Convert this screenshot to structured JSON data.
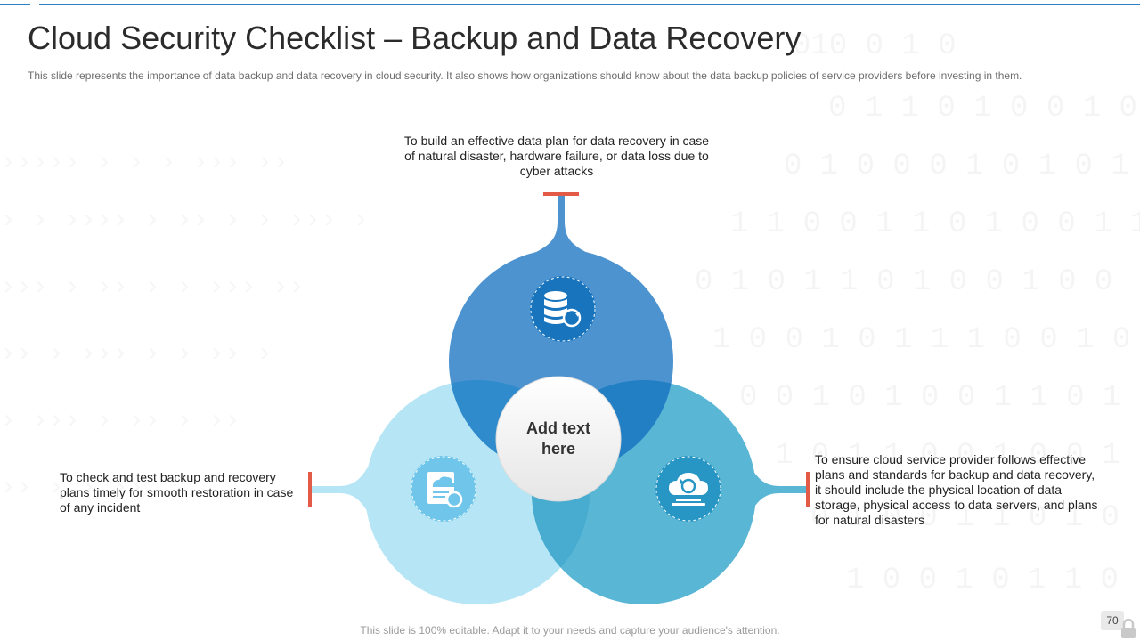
{
  "header": {
    "title": "Cloud Security Checklist – Backup and Data Recovery",
    "subtitle": "This slide represents the importance of data backup and data recovery in cloud security. It also shows how organizations should know about the data backup policies of service providers before investing in them."
  },
  "diagram": {
    "center_text": "Add text\nhere",
    "items": [
      {
        "text": "To build an effective data plan for data recovery in case of natural disaster, hardware failure, or data loss due to cyber attacks",
        "icon": "database-sync-icon"
      },
      {
        "text": "To check and test backup and recovery plans timely for smooth restoration in case of any incident",
        "icon": "cloud-document-refresh-icon"
      },
      {
        "text": "To ensure cloud service provider follows effective plans and standards for backup and data recovery, it should include the physical location of data storage, physical access to data servers, and plans for natural disasters",
        "icon": "cloud-laptop-refresh-icon"
      }
    ],
    "colors": {
      "top": "#4c93d0",
      "left": "#b6e6f6",
      "right": "#5ab6d5",
      "accent": "#e35a47"
    }
  },
  "footer": {
    "note": "This slide is 100% editable. Adapt it to your needs and capture your audience's attention.",
    "page_number": "70"
  }
}
